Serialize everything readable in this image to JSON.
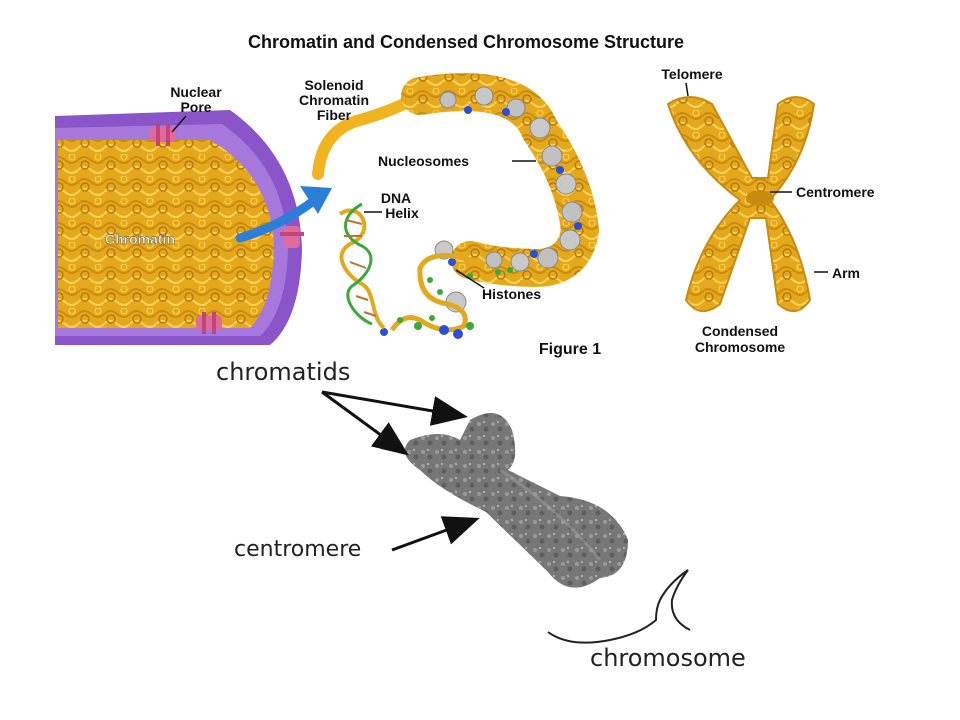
{
  "title": "Chromatin and Condensed Chromosome Structure",
  "figure_caption": "Figure 1",
  "labels": {
    "nuclear_pore_1": "Nuclear",
    "nuclear_pore_2": "Pore",
    "chromatin": "Chromatin",
    "solenoid_1": "Solenoid",
    "solenoid_2": "Chromatin",
    "solenoid_3": "Fiber",
    "nucleosomes": "Nucleosomes",
    "dna_1": "DNA",
    "dna_2": "Helix",
    "histones": "Histones",
    "telomere": "Telomere",
    "centromere": "Centromere",
    "arm": "Arm",
    "condensed_1": "Condensed",
    "condensed_2": "Chromosome"
  },
  "handwritten": {
    "chromatids": "chromatids",
    "centromere": "centromere",
    "chromosome": "chromosome"
  },
  "colors": {
    "chromatin_gold": "#e8b020",
    "nucleus_purple": "#8a55c8",
    "arrow_blue": "#2a7fd8",
    "histone_grey": "#b8b8b8",
    "dna_green": "#3aa83a",
    "micrograph_grey": "#6e6e6e"
  }
}
